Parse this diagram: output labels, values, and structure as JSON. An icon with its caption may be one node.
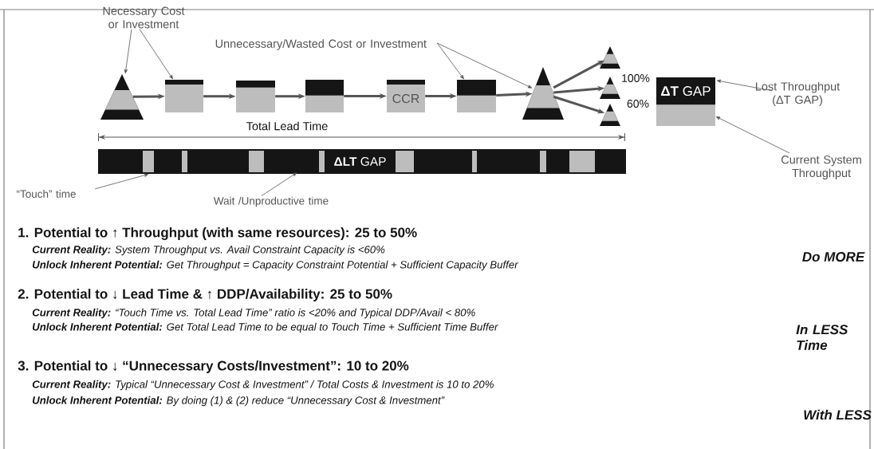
{
  "diagram": {
    "nodes": [
      {
        "text": [],
        "shape": "triangle"
      },
      {
        "text": [],
        "shape": "box"
      },
      {
        "text": [],
        "shape": "box"
      },
      {
        "text": [],
        "shape": "box"
      },
      {
        "text": [
          "CCR"
        ]
      },
      {
        "text": [],
        "shape": "box"
      },
      {
        "text": [],
        "shape": "triangle"
      },
      {
        "text": [],
        "shape": "triangle"
      },
      {
        "text": [],
        "shape": "triangle"
      },
      {
        "text": [],
        "shape": "triangle"
      },
      {
        "text": [
          "**ΔT** GAP"
        ]
      },
      {
        "text": [
          "Necessary Cost or Investment"
        ]
      },
      {
        "text": [
          "Unnecessary/Wasted Cost or Investment"
        ]
      },
      {
        "text": [
          "Lost Throughput (ΔT GAP)"
        ]
      },
      {
        "text": [
          "Current System Throughput"
        ]
      },
      {
        "text": [
          "**ΔLT** GAP"
        ]
      },
      {
        "text": [
          "“Touch” time"
        ]
      },
      {
        "text": [
          "Wait /Unproductive time"
        ]
      }
    ],
    "edges": [
      {
        "from": 0,
        "to": 1,
        "arrow": "to"
      },
      {
        "from": 1,
        "to": 2,
        "arrow": "to"
      },
      {
        "from": 2,
        "to": 3,
        "arrow": "to"
      },
      {
        "from": 3,
        "to": 4,
        "arrow": "to"
      },
      {
        "from": 4,
        "to": 5,
        "arrow": "to"
      },
      {
        "from": 5,
        "to": 6,
        "arrow": "to"
      },
      {
        "from": 6,
        "to": 7,
        "arrow": "to"
      },
      {
        "from": 6,
        "to": 8,
        "arrow": "to"
      },
      {
        "from": 6,
        "to": 9,
        "arrow": "to"
      },
      {
        "from": 11,
        "to": 0,
        "arrow": "to"
      },
      {
        "from": 11,
        "to": 1,
        "arrow": "to"
      },
      {
        "from": 12,
        "to": 5,
        "arrow": "to"
      },
      {
        "from": 12,
        "to": 6,
        "arrow": "to"
      },
      {
        "from": 13,
        "to": 10,
        "arrow": "to"
      },
      {
        "from": 14,
        "to": 10,
        "arrow": "to"
      },
      {
        "from": 16,
        "to": 15,
        "arrow": "to"
      },
      {
        "from": 17,
        "to": 15,
        "arrow": "to"
      }
    ],
    "labels": [
      "100%",
      "60%",
      "Total Lead Time",
      "1. Potential to ↑ Throughput (with same resources): 25 to 50%",
      "**Current Reality:** System Throughput vs. Avail Constraint Capacity is <60%",
      "**Unlock Inherent Potential:** Get Throughput = Capacity Constraint Potential + Sufficient Capacity Buffer",
      "Do MORE",
      "2. Potential to ↓ Lead Time & ↑ DDP/Availability: 25 to 50%",
      "**Current Reality:** “Touch Time vs. Total Lead Time” ratio is <20% and Typical DDP/Avail < 80%",
      "**Unlock Inherent Potential:** Get Total Lead Time to be equal to Touch Time + Sufficient Time Buffer",
      "In LESS Time",
      "3. Potential to ↓ “Unnecessary Costs/Investment”: 10 to 20%",
      "**Current Reality:** Typical “Unnecessary Cost & Investment” / Total Costs & Investment is 10 to 20%",
      "**Unlock Inherent Potential:** By doing (1) & (2) reduce “Unnecessary Cost & Investment”",
      "With LESS"
    ]
  }
}
